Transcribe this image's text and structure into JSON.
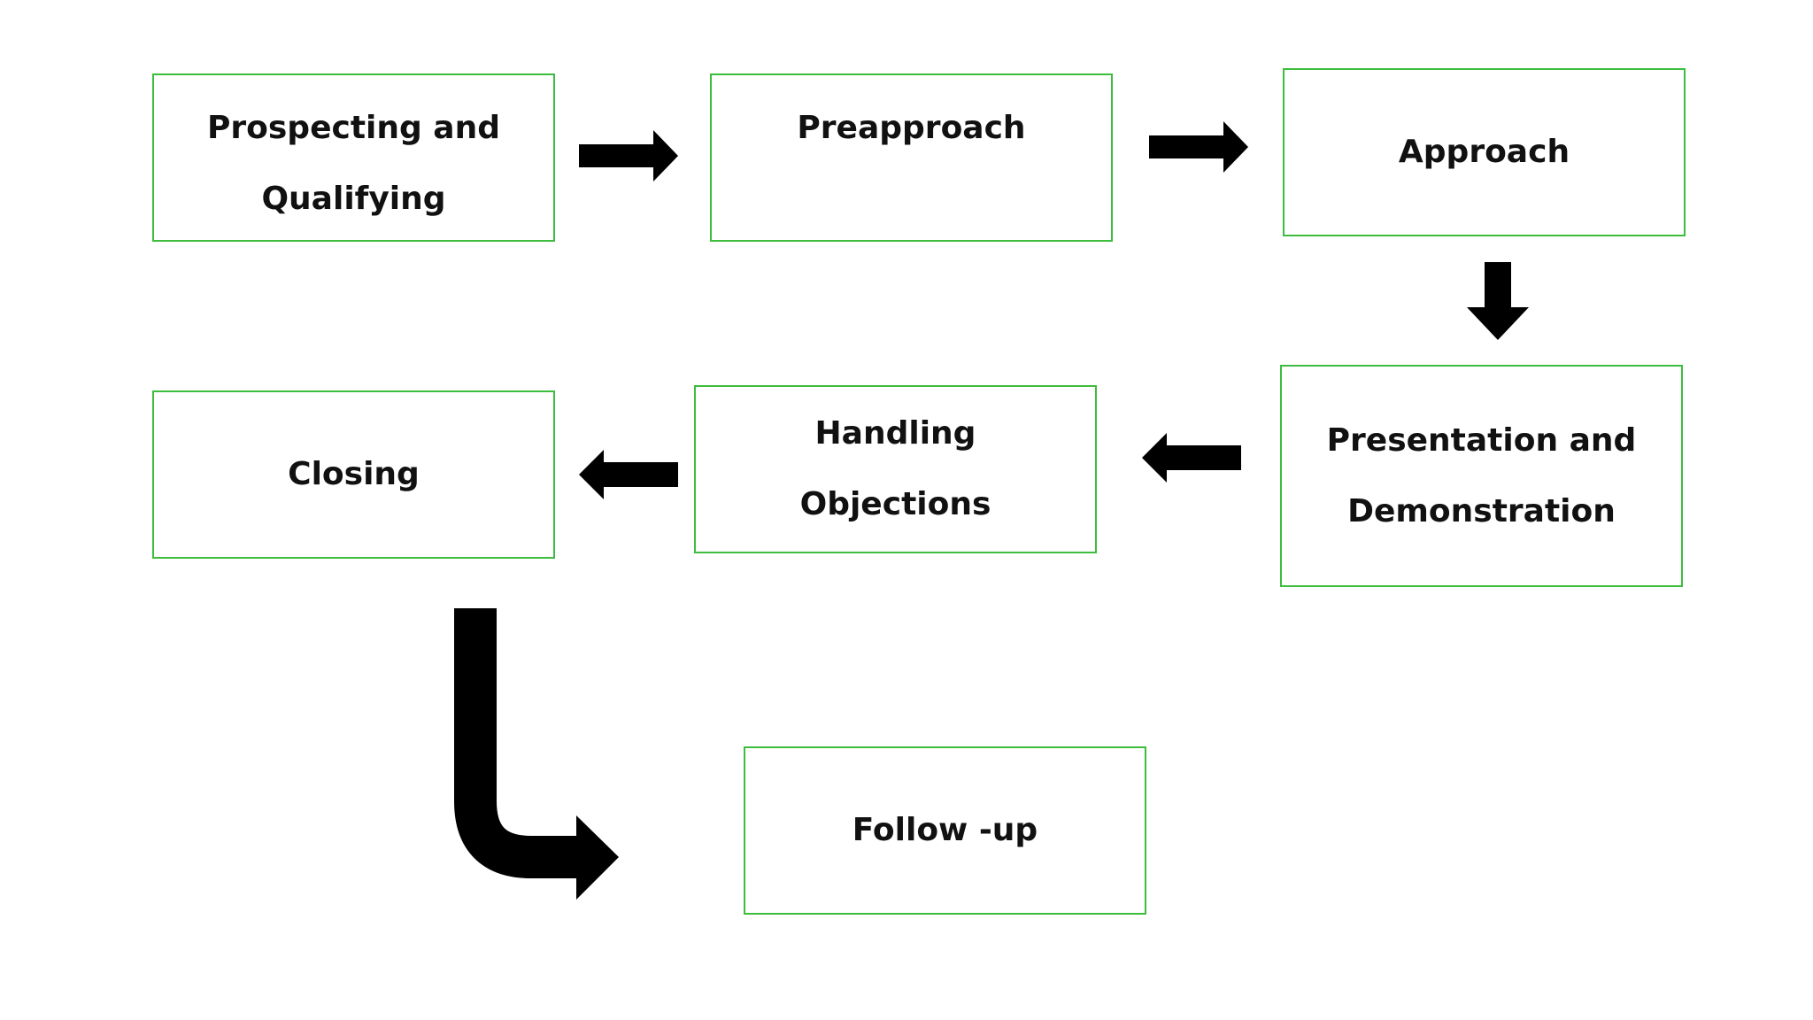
{
  "diagram": {
    "steps": [
      {
        "id": "s1",
        "lines": [
          "Prospecting and",
          "Qualifying"
        ]
      },
      {
        "id": "s2",
        "lines": [
          "Preapproach"
        ]
      },
      {
        "id": "s3",
        "lines": [
          "Approach"
        ]
      },
      {
        "id": "s4",
        "lines": [
          "Presentation and",
          "Demonstration"
        ]
      },
      {
        "id": "s5",
        "lines": [
          "Handling",
          "Objections"
        ]
      },
      {
        "id": "s6",
        "lines": [
          "Closing"
        ]
      },
      {
        "id": "s7",
        "lines": [
          "Follow -up"
        ]
      }
    ],
    "colors": {
      "box_border": "#3dbd3d",
      "arrow": "#000000",
      "text": "#111111",
      "background": "#ffffff"
    }
  }
}
